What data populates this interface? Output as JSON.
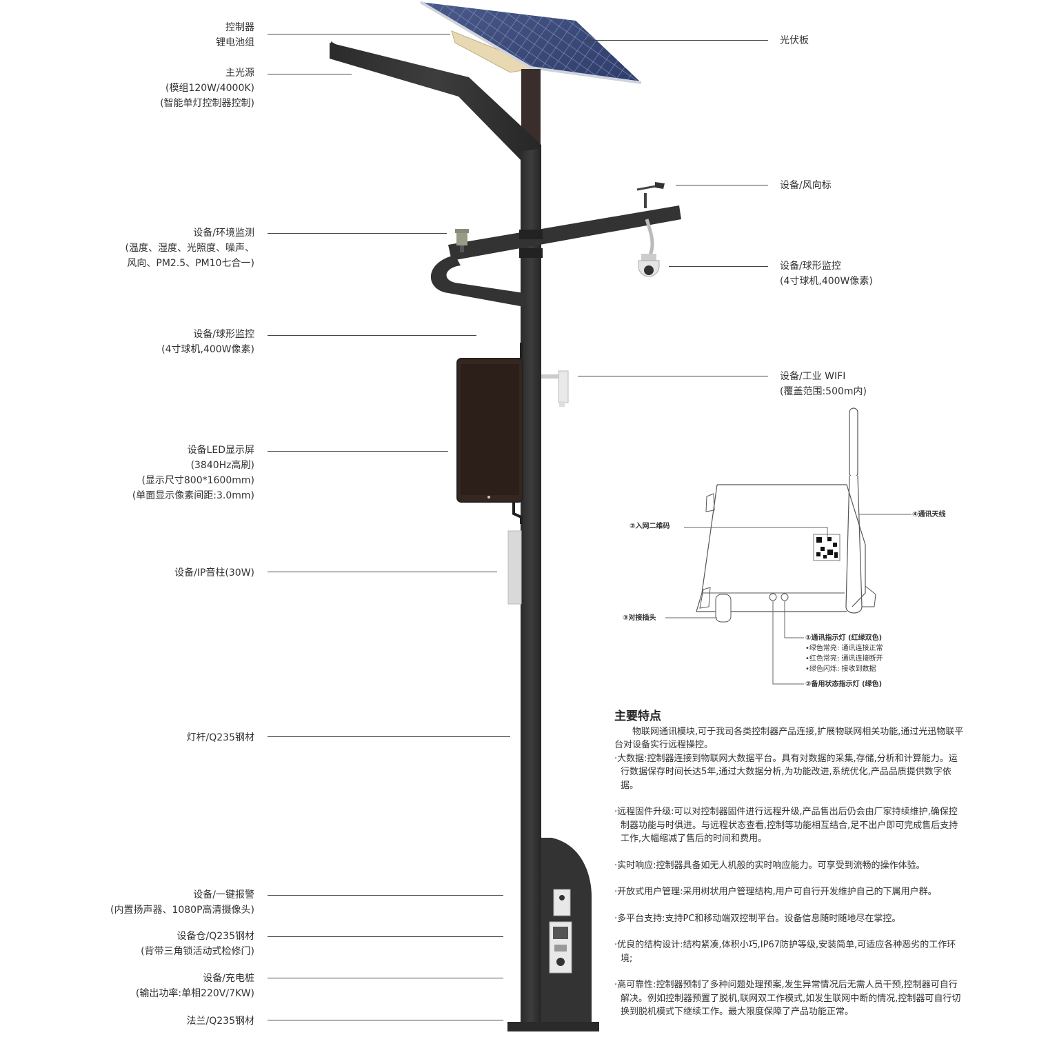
{
  "callouts_left": [
    {
      "id": "controller",
      "lines": [
        "控制器",
        "锂电池组"
      ]
    },
    {
      "id": "light",
      "lines": [
        "主光源",
        "(模组120W/4000K)",
        "(智能单灯控制器控制)"
      ]
    },
    {
      "id": "env",
      "lines": [
        "设备/环境监测",
        "(温度、湿度、光照度、噪声、",
        "风向、PM2.5、PM10七合一)"
      ]
    },
    {
      "id": "camera-left",
      "lines": [
        "设备/球形监控",
        "(4寸球机,400W像素)"
      ]
    },
    {
      "id": "led",
      "lines": [
        "设备LED显示屏",
        "(3840Hz高刷)",
        "(显示尺寸800*1600mm)",
        "(单面显示像素间距:3.0mm)"
      ]
    },
    {
      "id": "speaker",
      "lines": [
        "设备/IP音柱(30W)"
      ]
    },
    {
      "id": "pole",
      "lines": [
        "灯杆/Q235钢材"
      ]
    },
    {
      "id": "alarm",
      "lines": [
        "设备/一键报警",
        "(内置扬声器、1080P高清摄像头)"
      ]
    },
    {
      "id": "cabin",
      "lines": [
        "设备仓/Q235钢材",
        "(背带三角锁活动式检修门)"
      ]
    },
    {
      "id": "charger",
      "lines": [
        "设备/充电桩",
        "(输出功率:单相220V/7KW)"
      ]
    },
    {
      "id": "flange",
      "lines": [
        "法兰/Q235钢材"
      ]
    }
  ],
  "callouts_right": [
    {
      "id": "pv",
      "lines": [
        "光伏板"
      ]
    },
    {
      "id": "wind",
      "lines": [
        "设备/风向标"
      ]
    },
    {
      "id": "camera-right",
      "lines": [
        "设备/球形监控",
        "(4寸球机,400W像素)"
      ]
    },
    {
      "id": "wifi",
      "lines": [
        "设备/工业 WIFI",
        "(覆盖范围:500m内)"
      ]
    }
  ],
  "module_diagram": {
    "antenna": "④通讯天线",
    "qr": "②入网二维码",
    "plug": "③对接插头",
    "indicator_title": "①通讯指示灯 (红绿双色)",
    "indicator_items": [
      "•绿色常亮:  通讯连接正常",
      "•红色常亮:  通讯连接断开",
      "•绿色闪烁:  接收到数据"
    ],
    "standby": "②备用状态指示灯 (绿色)"
  },
  "features": {
    "title": "主要特点",
    "intro": "物联网通讯模块,可于我司各类控制器产品连接,扩展物联网相关功能,通过光迅物联平台对设备实行远程操控。",
    "items": [
      "·大数据:控制器连接到物联网大数据平台。具有对数据的采集,存储,分析和计算能力。运行数据保存时间长达5年,通过大数据分析,为功能改进,系统优化,产品品质提供数字依据。",
      "·远程固件升级:可以对控制器固件进行远程升级,产品售出后仍会由厂家持续维护,确保控制器功能与时俱进。与远程状态查看,控制等功能相互结合,足不出户即可完成售后支持工作,大幅缩减了售后的时间和费用。",
      "·实时响应:控制器具备如无人机般的实时响应能力。可享受到流畅的操作体验。",
      "·开放式用户管理:采用树状用户管理结构,用户可自行开发维护自己的下属用户群。",
      "·多平台支持:支持PC和移动端双控制平台。设备信息随时随地尽在掌控。",
      "·优良的结构设计:结构紧凑,体积小巧,IP67防护等级,安装简单,可适应各种恶劣的工作环境;",
      "·高可靠性:控制器预制了多种问题处理预案,发生异常情况后无需人员干预,控制器可自行解决。例如控制器预置了脱机,联网双工作模式,如发生联网中断的情况,控制器可自行切换到脱机模式下继续工作。最大限度保障了产品功能正常。"
    ]
  }
}
